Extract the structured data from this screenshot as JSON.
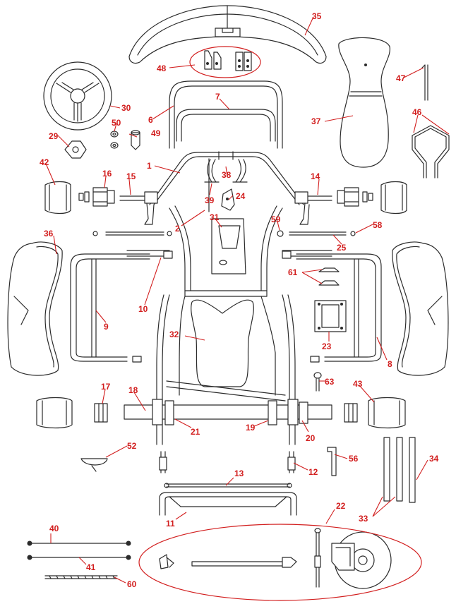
{
  "colors": {
    "line": "#2b2b2b",
    "callout": "#d21e1e",
    "background": "#ffffff"
  },
  "callouts": {
    "c1": "1",
    "c2": "2",
    "c6": "6",
    "c7": "7",
    "c8": "8",
    "c9": "9",
    "c10": "10",
    "c11": "11",
    "c12": "12",
    "c13": "13",
    "c14": "14",
    "c15": "15",
    "c16": "16",
    "c17": "17",
    "c18": "18",
    "c19": "19",
    "c20": "20",
    "c21": "21",
    "c22": "22",
    "c23": "23",
    "c24": "24",
    "c25": "25",
    "c29": "29",
    "c30": "30",
    "c31": "31",
    "c32": "32",
    "c33": "33",
    "c34": "34",
    "c35": "35",
    "c36": "36",
    "c37": "37",
    "c38": "38",
    "c39": "39",
    "c40": "40",
    "c41": "41",
    "c42": "42",
    "c43": "43",
    "c46": "46",
    "c47": "47",
    "c48": "48",
    "c49": "49",
    "c50": "50",
    "c52": "52",
    "c56": "56",
    "c58": "58",
    "c59": "59",
    "c60": "60",
    "c61": "61",
    "c63": "63"
  }
}
